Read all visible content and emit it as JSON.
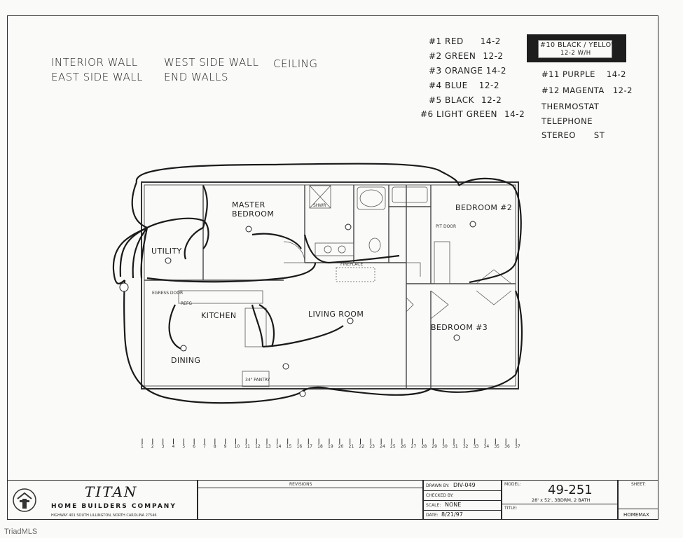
{
  "categories": {
    "interior_wall": "INTERIOR WALL",
    "west_side_wall": "WEST SIDE WALL",
    "ceiling": "CEILING",
    "east_side_wall": "EAST SIDE WALL",
    "end_walls": "END WALLS"
  },
  "wires_left": [
    {
      "num": "#1",
      "color": "RED",
      "gauge": "14-2"
    },
    {
      "num": "#2",
      "color": "GREEN",
      "gauge": "12-2"
    },
    {
      "num": "#3",
      "color": "ORANGE",
      "gauge": "14-2"
    },
    {
      "num": "#4",
      "color": "BLUE",
      "gauge": "12-2"
    },
    {
      "num": "#5",
      "color": "BLACK",
      "gauge": "12-2"
    },
    {
      "num": "#6",
      "color": "LIGHT GREEN",
      "gauge": "14-2"
    }
  ],
  "wire_boxed": {
    "line1": "#10 BLACK / YELLOW",
    "line2": "12-2 W/H"
  },
  "wires_right": [
    {
      "num": "#11",
      "color": "PURPLE",
      "gauge": "14-2"
    },
    {
      "num": "#12",
      "color": "MAGENTA",
      "gauge": "12-2"
    }
  ],
  "extras": [
    "THERMOSTAT",
    "TELEPHONE",
    "STEREO",
    "ST"
  ],
  "rooms": {
    "master": "MASTER BEDROOM",
    "master_l1": "MASTER",
    "master_l2": "BEDROOM",
    "bedroom2": "BEDROOM #2",
    "bedroom3": "BEDROOM #3",
    "living": "LIVING ROOM",
    "kitchen": "KITCHEN",
    "dining": "DINING",
    "utility": "UTILITY",
    "pantry": "34\" PANTRY",
    "egress": "EGRESS DOOR",
    "refg": "REFG",
    "pit_door": "PIT DOOR",
    "shwr": "SHWR",
    "fireplace": "FIREPLACE"
  },
  "scale_ticks": [
    "1",
    "2",
    "3",
    "4",
    "5",
    "6",
    "7",
    "8",
    "9",
    "10",
    "11",
    "12",
    "13",
    "14",
    "15",
    "16",
    "17",
    "18",
    "19",
    "20",
    "21",
    "22",
    "23",
    "24",
    "25",
    "26",
    "27",
    "28",
    "29",
    "30",
    "31",
    "32",
    "33",
    "34",
    "35",
    "36",
    "37"
  ],
  "title_block": {
    "company": "TITAN",
    "company_sub": "HOME BUILDERS COMPANY",
    "address": "HIGHWAY 401 SOUTH   LILLINGTON, NORTH CAROLINA 27546",
    "revisions": "REVISIONS",
    "drawn_by_label": "DRAWN BY:",
    "drawn_by": "DIV-049",
    "checked_by_label": "CHECKED BY:",
    "checked_by": "",
    "scale_label": "SCALE:",
    "scale": "NONE",
    "date_label": "DATE:",
    "date": "8/21/97",
    "model_label": "MODEL:",
    "model": "49-251",
    "title_label": "TITLE:",
    "title": "28' x 52', 3BDRM, 2 BATH",
    "sheet_label": "SHEET:",
    "sheet": "HOMEMAX"
  },
  "watermark": "TriadMLS"
}
